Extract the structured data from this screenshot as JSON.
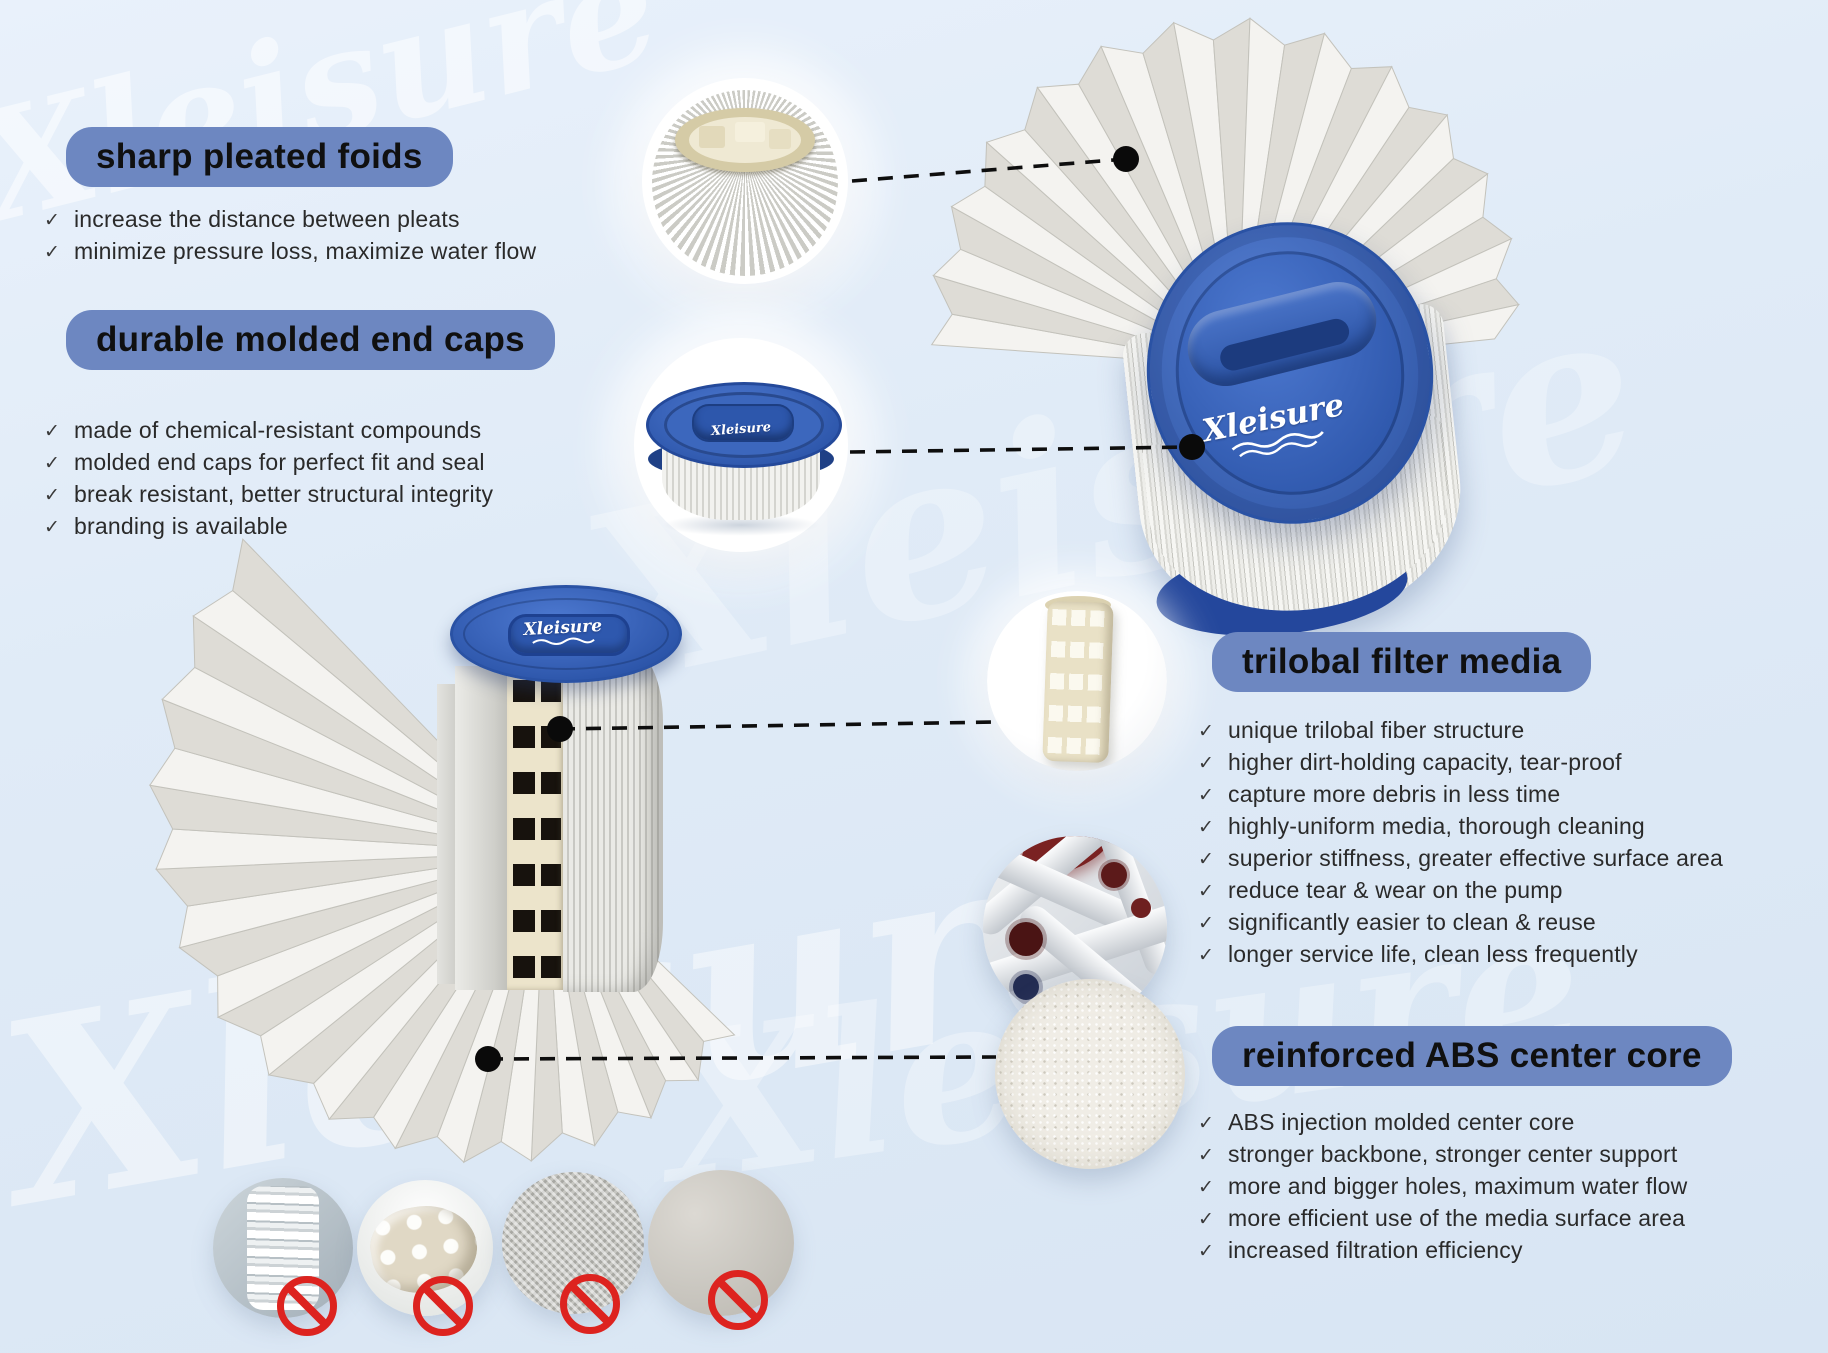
{
  "brand": {
    "logo_text": "Xleisure"
  },
  "icons": {
    "check": "✓",
    "prohibited": "no-entry-slash"
  },
  "colors": {
    "background": "#dfeaf6",
    "heading_pill": "#6d87c1",
    "cap_blue": "#3a64ba",
    "cap_rim_navy": "#24479c",
    "prohibited_red": "#dd231f",
    "callout_line": "#0e0e0e"
  },
  "sections": [
    {
      "id": "sharp-pleated-folds",
      "title": "sharp pleated foids",
      "bullets": [
        "increase the distance between pleats",
        "minimize pressure loss, maximize water flow"
      ]
    },
    {
      "id": "durable-molded-end-caps",
      "title": "durable molded end caps",
      "bullets": [
        "made of chemical-resistant compounds",
        "molded end caps for perfect fit and seal",
        "break resistant, better structural integrity",
        "branding is available"
      ]
    },
    {
      "id": "trilobal-filter-media",
      "title": "trilobal filter media",
      "bullets": [
        "unique trilobal fiber structure",
        "higher dirt-holding capacity, tear-proof",
        "capture more debris in less time",
        "highly-uniform media, thorough cleaning",
        "superior stiffness, greater effective surface area",
        "reduce tear & wear on the pump",
        "significantly easier to clean & reuse",
        "longer service life, clean less frequently"
      ]
    },
    {
      "id": "reinforced-abs-center-core",
      "title": "reinforced ABS center core",
      "bullets": [
        "ABS injection molded center core",
        "stronger backbone, stronger center support",
        "more and bigger holes, maximum water flow",
        "more efficient use of the media surface area",
        "increased filtration efficiency"
      ]
    }
  ]
}
